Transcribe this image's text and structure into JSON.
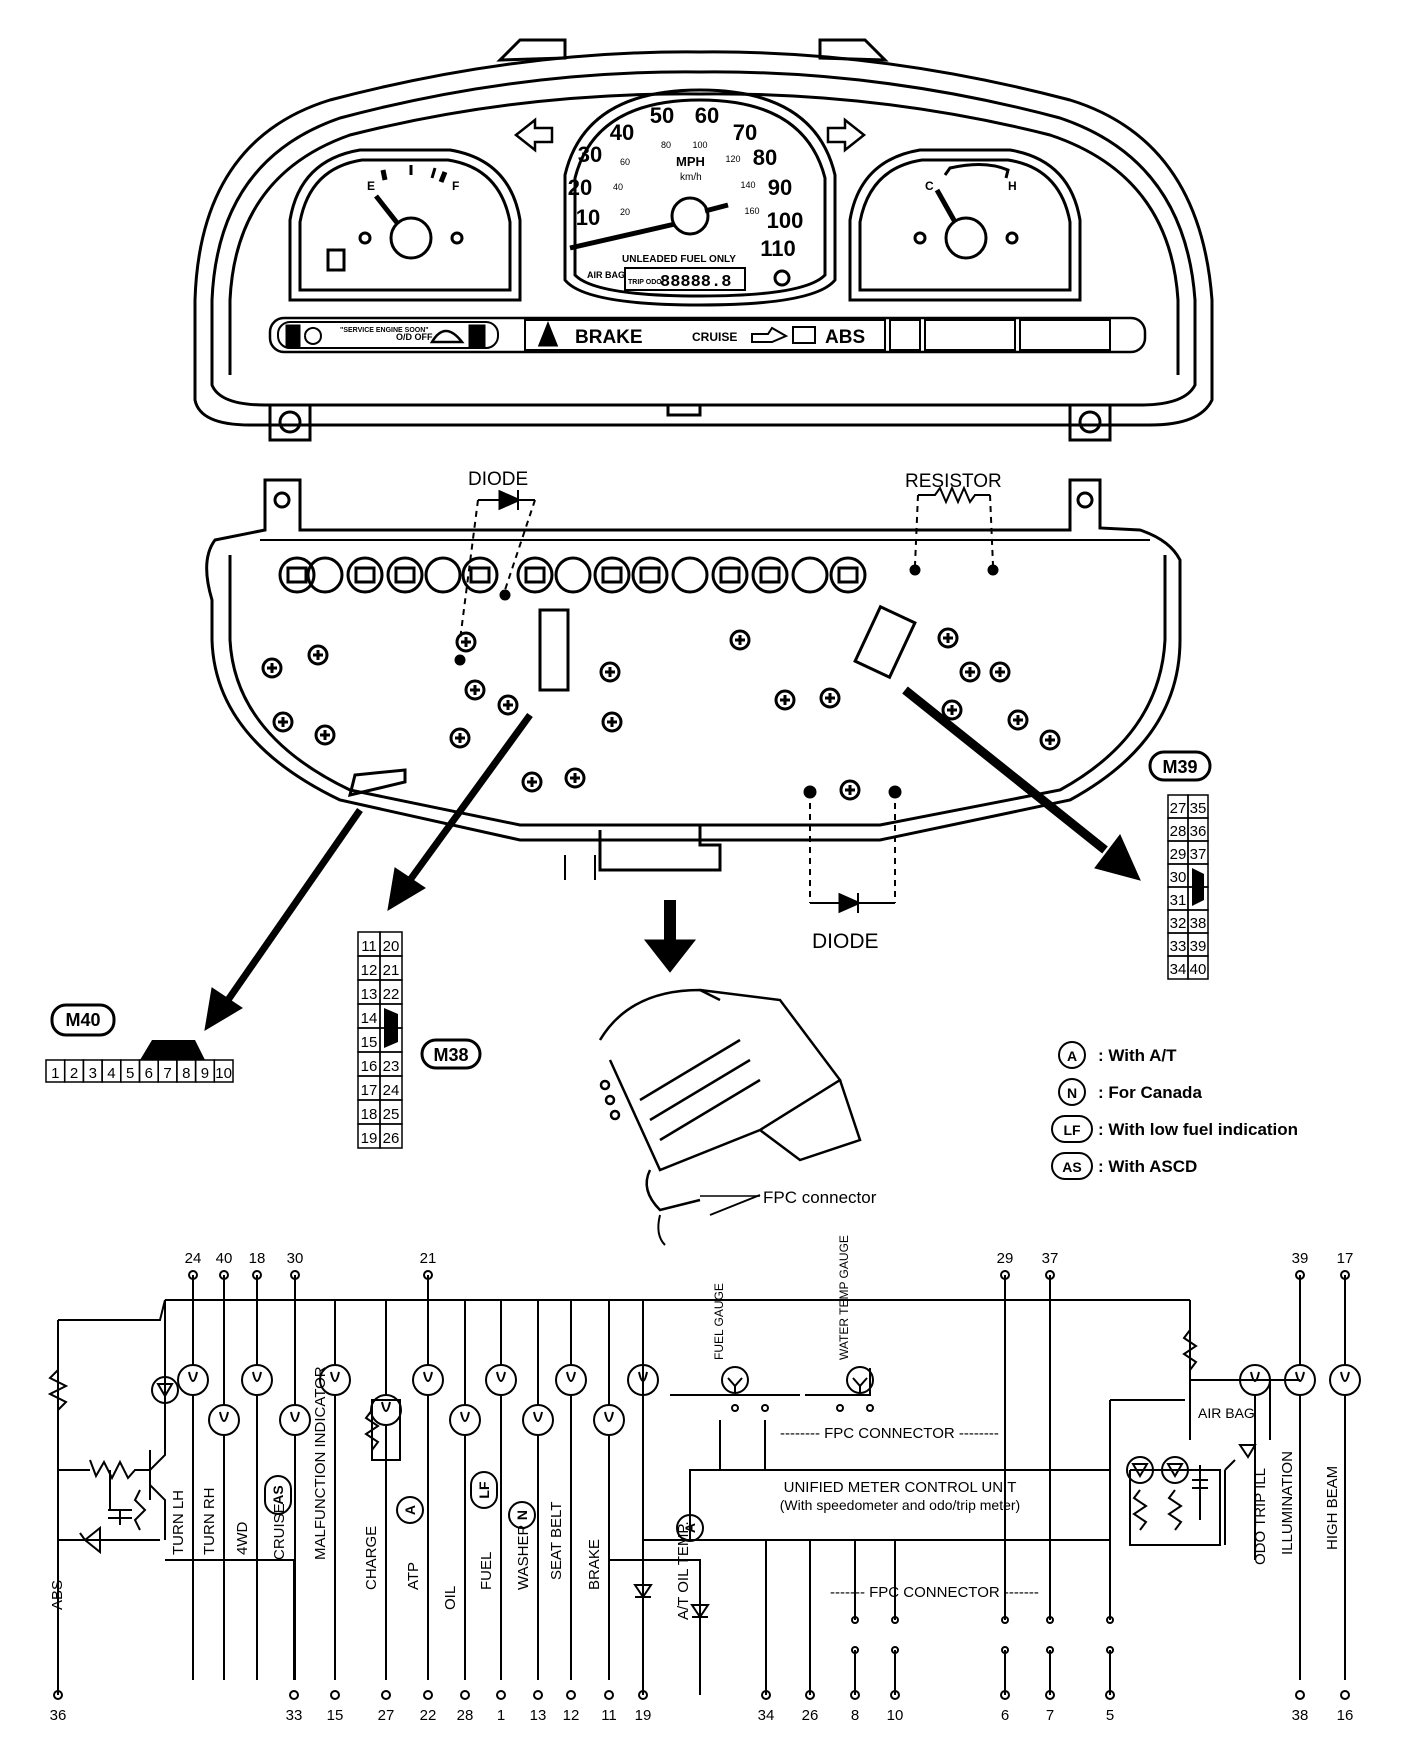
{
  "cluster": {
    "speed_mph": [
      "10",
      "20",
      "30",
      "40",
      "50",
      "60",
      "70",
      "80",
      "90",
      "100",
      "110"
    ],
    "speed_kmh": [
      "20",
      "40",
      "60",
      "80",
      "100",
      "120",
      "140",
      "160"
    ],
    "mph_label": "MPH",
    "kmh_label": "km/h",
    "fuel_only": "UNLEADED FUEL ONLY",
    "air_bag": "AIR BAG",
    "trip_odo": "TRIP ODO",
    "odo_value": "88888.8",
    "fuel_e": "E",
    "fuel_f": "F",
    "temp_c": "C",
    "temp_h": "H",
    "service": "\"SERVICE ENGINE SOON\"",
    "od_off": "O/D OFF",
    "brake": "BRAKE",
    "cruise": "CRUISE",
    "abs": "ABS"
  },
  "labels": {
    "diode_top": "DIODE",
    "resistor": "RESISTOR",
    "diode_bottom": "DIODE",
    "fpc_connector": "FPC connector"
  },
  "connectors": {
    "m38": {
      "name": "M38",
      "left": [
        "11",
        "12",
        "13",
        "14",
        "15",
        "16",
        "17",
        "18",
        "19"
      ],
      "right": [
        "20",
        "21",
        "22",
        "",
        "",
        "23",
        "24",
        "25",
        "26"
      ]
    },
    "m39": {
      "name": "M39",
      "left": [
        "27",
        "28",
        "29",
        "30",
        "31",
        "32",
        "33",
        "34"
      ],
      "right": [
        "35",
        "36",
        "37",
        "",
        "",
        "38",
        "39",
        "40"
      ]
    },
    "m40": {
      "name": "M40",
      "pins": [
        "1",
        "2",
        "3",
        "4",
        "5",
        "6",
        "7",
        "8",
        "9",
        "10"
      ]
    }
  },
  "legend": [
    {
      "symbol": "A",
      "text": ": With A/T"
    },
    {
      "symbol": "N",
      "text": ": For Canada"
    },
    {
      "symbol": "LF",
      "text": ": With low fuel indication"
    },
    {
      "symbol": "AS",
      "text": ": With ASCD"
    }
  ],
  "schematic": {
    "top_pins": [
      "24",
      "40",
      "18",
      "30",
      "21",
      "29",
      "37",
      "39",
      "17"
    ],
    "bottom_pins": [
      "36",
      "33",
      "15",
      "27",
      "22",
      "28",
      "1",
      "13",
      "12",
      "11",
      "19",
      "34",
      "26",
      "8",
      "10",
      "6",
      "7",
      "5",
      "38",
      "16"
    ],
    "functions": [
      "ABS",
      "TURN LH",
      "TURN RH",
      "4WD",
      "CRUISE",
      "MALFUNCTION INDICATOR",
      "CHARGE",
      "ATP",
      "OIL",
      "FUEL",
      "WASHER",
      "SEAT BELT",
      "BRAKE",
      "A/T OIL TEMP.",
      "ODO TRIP ILL",
      "ILLUMINATION",
      "HIGH BEAM"
    ],
    "fuel_gauge": "FUEL GAUGE",
    "water_temp_gauge": "WATER TEMP GAUGE",
    "fpc_connector_top": "FPC CONNECTOR",
    "fpc_connector_bottom": "FPC CONNECTOR",
    "unit_line1": "UNIFIED METER CONTROL UNIT",
    "unit_line2": "(With speedometer and odo/trip meter)",
    "air_bag": "AIR BAG",
    "badge_as": "AS",
    "badge_a": "A",
    "badge_lf": "LF",
    "badge_n": "N"
  }
}
